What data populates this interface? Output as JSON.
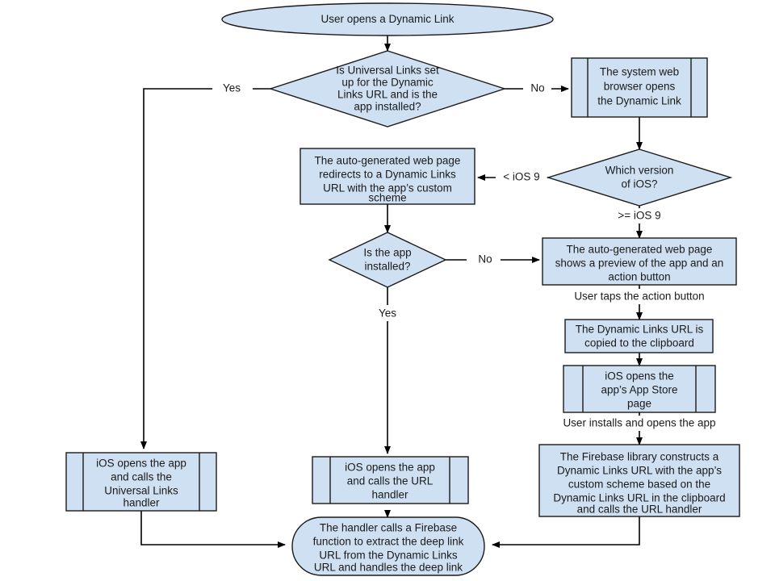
{
  "diagram": {
    "title": "Firebase Dynamic Links iOS open flow",
    "colors": {
      "node_fill": "#cfe0f2",
      "node_stroke": "#1a1a1a",
      "edge_stroke": "#000000",
      "background": "#ffffff",
      "text": "#1a1a1a"
    },
    "nodes": [
      {
        "id": "start",
        "shape": "terminator-ellipse",
        "lines": [
          "User opens a Dynamic Link"
        ]
      },
      {
        "id": "universal-links-decision",
        "shape": "decision-diamond",
        "lines": [
          "Is Universal Links set",
          "up for the Dynamic",
          "Links URL and is the",
          "app installed?"
        ]
      },
      {
        "id": "system-web-browser",
        "shape": "predefined-process",
        "lines": [
          "The system web",
          "browser opens",
          "the Dynamic Link"
        ]
      },
      {
        "id": "ios-version-decision",
        "shape": "decision-diamond",
        "lines": [
          "Which version",
          "of iOS?"
        ]
      },
      {
        "id": "web-page-redirects",
        "shape": "process-rect",
        "lines": [
          "The auto-generated web page",
          "redirects to a Dynamic Links",
          "URL with the app’s custom",
          "scheme"
        ]
      },
      {
        "id": "app-installed-decision",
        "shape": "decision-diamond",
        "lines": [
          "Is the app",
          "installed?"
        ]
      },
      {
        "id": "web-page-preview",
        "shape": "process-rect",
        "lines": [
          "The auto-generated web page",
          "shows a preview of the app and an",
          "action button"
        ]
      },
      {
        "id": "url-copied-clipboard",
        "shape": "process-rect",
        "lines": [
          "The Dynamic Links URL is",
          "copied to the clipboard"
        ]
      },
      {
        "id": "app-store-page",
        "shape": "predefined-process",
        "lines": [
          "iOS opens the",
          "app’s App Store",
          "page"
        ]
      },
      {
        "id": "firebase-library-constructs",
        "shape": "process-rect",
        "lines": [
          "The Firebase library constructs a",
          "Dynamic Links URL with the app’s",
          "custom scheme based on the",
          "Dynamic Links URL in the clipboard",
          "and calls the URL handler"
        ]
      },
      {
        "id": "ios-opens-universal-links-handler",
        "shape": "predefined-process",
        "lines": [
          "iOS opens the app",
          "and calls the",
          "Universal Links",
          "handler"
        ]
      },
      {
        "id": "ios-opens-url-handler",
        "shape": "predefined-process",
        "lines": [
          "iOS opens the app",
          "and calls the URL",
          "handler"
        ]
      },
      {
        "id": "handler-extracts-deep-link",
        "shape": "terminator-rounded",
        "lines": [
          "The handler calls a Firebase",
          "function to extract the deep link",
          "URL from the Dynamic Links",
          "URL and handles the deep link"
        ]
      }
    ],
    "edge_labels": [
      {
        "id": "yes-universal-links",
        "text": "Yes"
      },
      {
        "id": "no-universal-links",
        "text": "No"
      },
      {
        "id": "less-than-ios9",
        "text": "< iOS 9"
      },
      {
        "id": "gte-ios9",
        "text": ">= iOS 9"
      },
      {
        "id": "no-app-installed",
        "text": "No"
      },
      {
        "id": "yes-app-installed",
        "text": "Yes"
      },
      {
        "id": "user-taps-action-button",
        "text": "User taps the action button"
      },
      {
        "id": "user-installs-opens-app",
        "text": "User installs and opens the app"
      }
    ]
  }
}
